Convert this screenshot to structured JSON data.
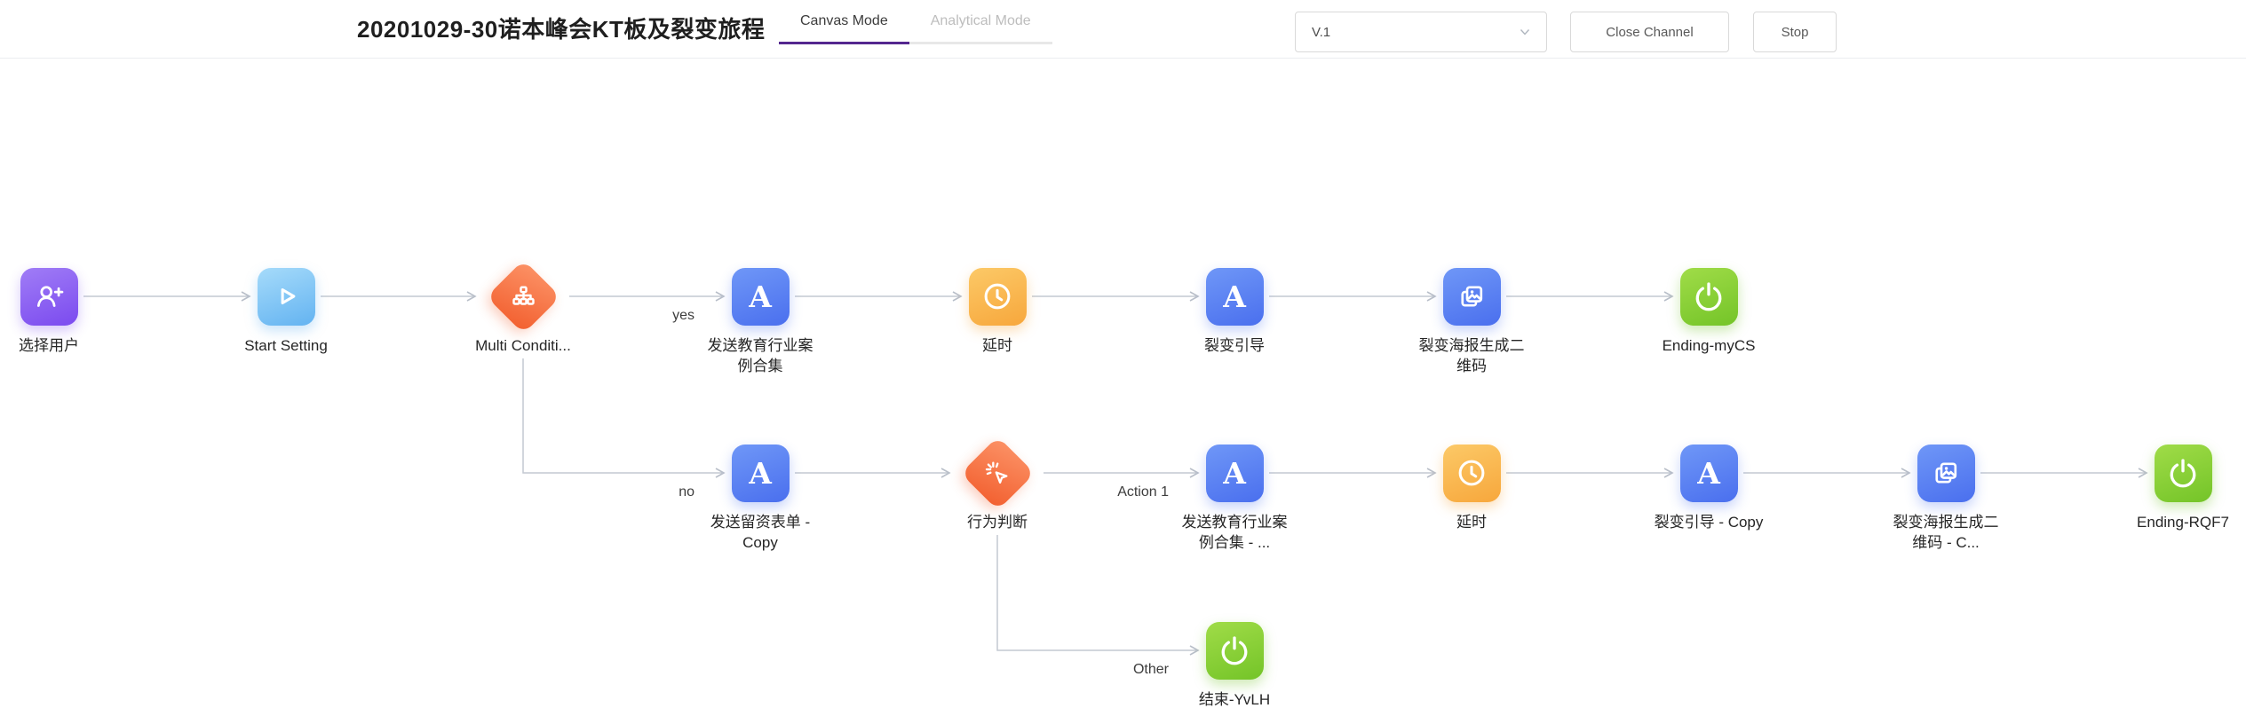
{
  "header": {
    "title": "20201029-30诺本峰会KT板及裂变旅程",
    "tabs": [
      {
        "label": "Canvas Mode",
        "active": true
      },
      {
        "label": "Analytical Mode",
        "active": false
      }
    ],
    "version_select": {
      "value": "V.1"
    },
    "close_button_label": "Close Channel",
    "stop_button_label": "Stop"
  },
  "palette": {
    "tab_active_underline": "#54278f",
    "node_purple": [
      "#a07df6",
      "#7b4aef"
    ],
    "node_sky": [
      "#a6dbfa",
      "#63b3f1"
    ],
    "node_orange": [
      "#fc9266",
      "#f25f2f"
    ],
    "node_blue": [
      "#6f97f7",
      "#4a6fee"
    ],
    "node_amber": [
      "#fcc967",
      "#f7a73c"
    ],
    "node_green": [
      "#a0dc48",
      "#74c428"
    ],
    "edge_line": "#c4c9d2"
  },
  "flow": {
    "nodes": [
      {
        "id": "n1",
        "icon": "user-add-icon",
        "shape": "square",
        "color": "purple",
        "label": "选择用户",
        "col": 0,
        "row": 0
      },
      {
        "id": "n2",
        "icon": "play-icon",
        "shape": "square",
        "color": "sky",
        "label": "Start Setting",
        "col": 1,
        "row": 0
      },
      {
        "id": "n3",
        "icon": "hierarchy-icon",
        "shape": "diamond",
        "color": "orange",
        "label": "Multi Conditi...",
        "col": 2,
        "row": 0
      },
      {
        "id": "n4",
        "icon": "letter-a-icon",
        "shape": "square",
        "color": "blue",
        "label": "发送教育行业案\n例合集",
        "col": 3,
        "row": 0
      },
      {
        "id": "n5",
        "icon": "clock-icon",
        "shape": "square",
        "color": "amber",
        "label": "延时",
        "col": 4,
        "row": 0
      },
      {
        "id": "n6",
        "icon": "letter-a-icon",
        "shape": "square",
        "color": "blue",
        "label": "裂变引导",
        "col": 5,
        "row": 0
      },
      {
        "id": "n7",
        "icon": "photos-icon",
        "shape": "square",
        "color": "blue",
        "label": "裂变海报生成二\n维码",
        "col": 6,
        "row": 0
      },
      {
        "id": "n8",
        "icon": "power-icon",
        "shape": "square",
        "color": "green",
        "label": "Ending-myCS",
        "col": 7,
        "row": 0
      },
      {
        "id": "n9",
        "icon": "letter-a-icon",
        "shape": "square",
        "color": "blue",
        "label": "发送留资表单 -\nCopy",
        "col": 3,
        "row": 1
      },
      {
        "id": "n10",
        "icon": "click-icon",
        "shape": "diamond",
        "color": "orange",
        "label": "行为判断",
        "col": 4,
        "row": 1
      },
      {
        "id": "n11",
        "icon": "letter-a-icon",
        "shape": "square",
        "color": "blue",
        "label": "发送教育行业案\n例合集 - ...",
        "col": 5,
        "row": 1
      },
      {
        "id": "n12",
        "icon": "clock-icon",
        "shape": "square",
        "color": "amber",
        "label": "延时",
        "col": 6,
        "row": 1
      },
      {
        "id": "n13",
        "icon": "letter-a-icon",
        "shape": "square",
        "color": "blue",
        "label": "裂变引导 - Copy",
        "col": 7,
        "row": 1
      },
      {
        "id": "n14",
        "icon": "photos-icon",
        "shape": "square",
        "color": "blue",
        "label": "裂变海报生成二\n维码 - C...",
        "col": 8,
        "row": 1
      },
      {
        "id": "n15",
        "icon": "power-icon",
        "shape": "square",
        "color": "green",
        "label": "Ending-RQF7",
        "col": 9,
        "row": 1
      },
      {
        "id": "n16",
        "icon": "power-icon",
        "shape": "square",
        "color": "green",
        "label": "结束-YvLH",
        "col": 5,
        "row": 2
      }
    ],
    "edges": [
      {
        "from": "n1",
        "to": "n2"
      },
      {
        "from": "n2",
        "to": "n3"
      },
      {
        "from": "n3",
        "to": "n4",
        "label": "yes"
      },
      {
        "from": "n4",
        "to": "n5"
      },
      {
        "from": "n5",
        "to": "n6"
      },
      {
        "from": "n6",
        "to": "n7"
      },
      {
        "from": "n7",
        "to": "n8"
      },
      {
        "from": "n3",
        "to": "n9",
        "label": "no",
        "type": "elbow"
      },
      {
        "from": "n9",
        "to": "n10"
      },
      {
        "from": "n10",
        "to": "n11",
        "label": "Action 1"
      },
      {
        "from": "n11",
        "to": "n12"
      },
      {
        "from": "n12",
        "to": "n13"
      },
      {
        "from": "n13",
        "to": "n14"
      },
      {
        "from": "n14",
        "to": "n15"
      },
      {
        "from": "n10",
        "to": "n16",
        "label": "Other",
        "type": "elbow"
      }
    ]
  }
}
